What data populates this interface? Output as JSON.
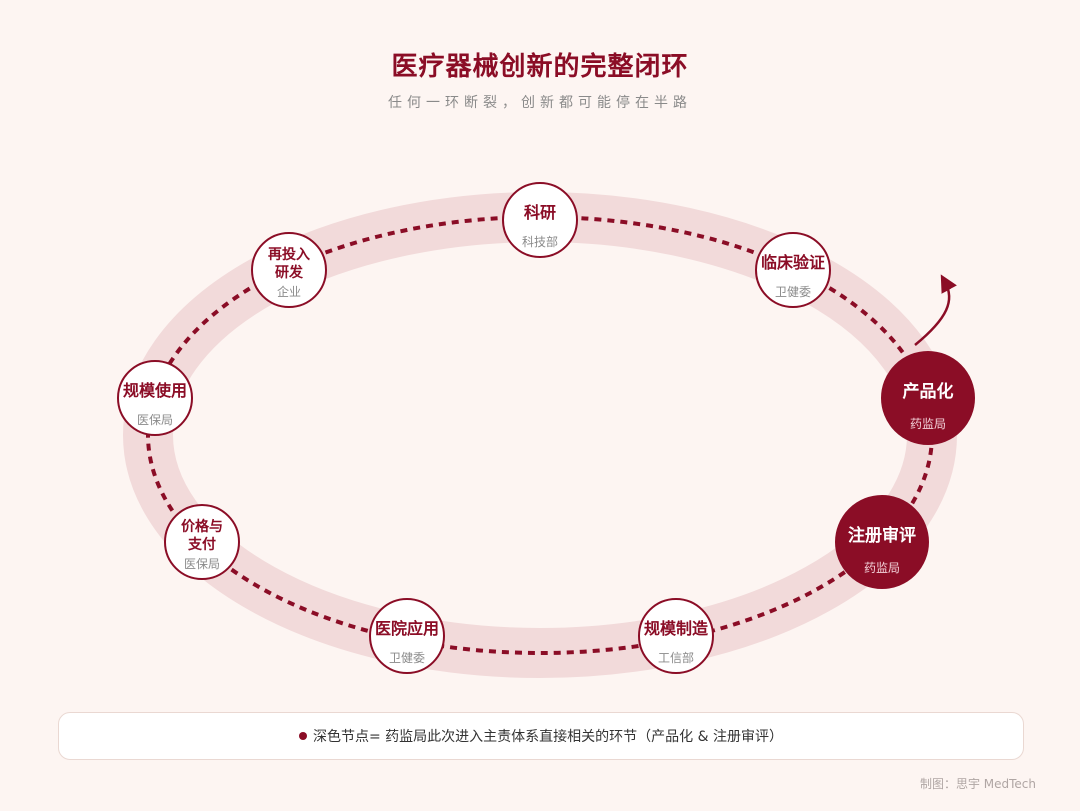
{
  "title": "医疗器械创新的完整闭环",
  "subtitle": "任何一环断裂，创新都可能停在半路",
  "colors": {
    "accent": "#8b0d26",
    "ring": "#f2dada",
    "background": "#fdf5f2",
    "node_light_fill": "#ffffff",
    "node_dark_fill": "#8b0d26"
  },
  "nodes": [
    {
      "id": "research",
      "title": "科研",
      "sub": "科技部",
      "dark": false
    },
    {
      "id": "clinical",
      "title": "临床验证",
      "sub": "卫健委",
      "dark": false
    },
    {
      "id": "productization",
      "title": "产品化",
      "sub": "药监局",
      "dark": true
    },
    {
      "id": "registration",
      "title": "注册审评",
      "sub": "药监局",
      "dark": true
    },
    {
      "id": "manufacturing",
      "title": "规模制造",
      "sub": "工信部",
      "dark": false
    },
    {
      "id": "hospital",
      "title": "医院应用",
      "sub": "卫健委",
      "dark": false
    },
    {
      "id": "pricing",
      "title": "价格与支付",
      "title_lines": [
        "价格与",
        "支付"
      ],
      "sub": "医保局",
      "dark": false
    },
    {
      "id": "usage",
      "title": "规模使用",
      "sub": "医保局",
      "dark": false
    },
    {
      "id": "reinvest",
      "title": "再投入研发",
      "title_lines": [
        "再投入",
        "研发"
      ],
      "sub": "企业",
      "dark": false
    }
  ],
  "legend": {
    "dot_label": "深色节点",
    "text": " = 药监局此次进入主责体系直接相关的环节（产品化 & 注册审评）"
  },
  "footer": "制图：思宇 MedTech"
}
